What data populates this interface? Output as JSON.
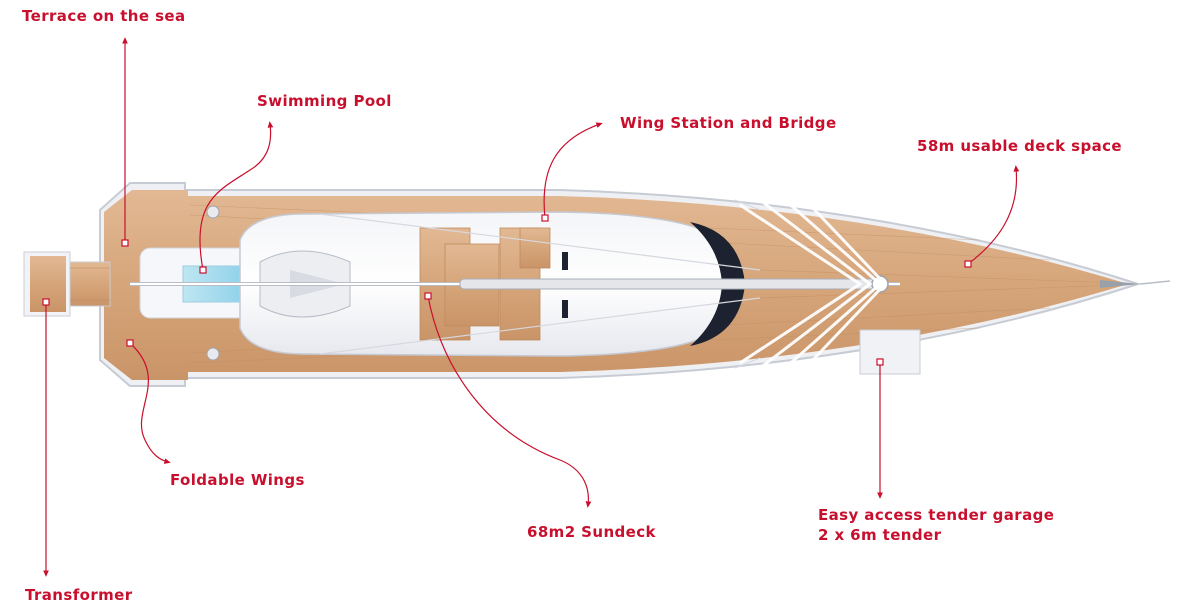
{
  "accent_color": "#c8102e",
  "deck_color": "#d8a87f",
  "callouts": {
    "terrace": "Terrace on the sea",
    "pool": "Swimming Pool",
    "wing_station": "Wing Station and Bridge",
    "deck_space": "58m usable deck space",
    "foldable_wings": "Foldable Wings",
    "sundeck": "68m2 Sundeck",
    "tender_line1": "Easy access tender garage",
    "tender_line2": "2 x 6m tender",
    "transformer": "Transformer"
  }
}
